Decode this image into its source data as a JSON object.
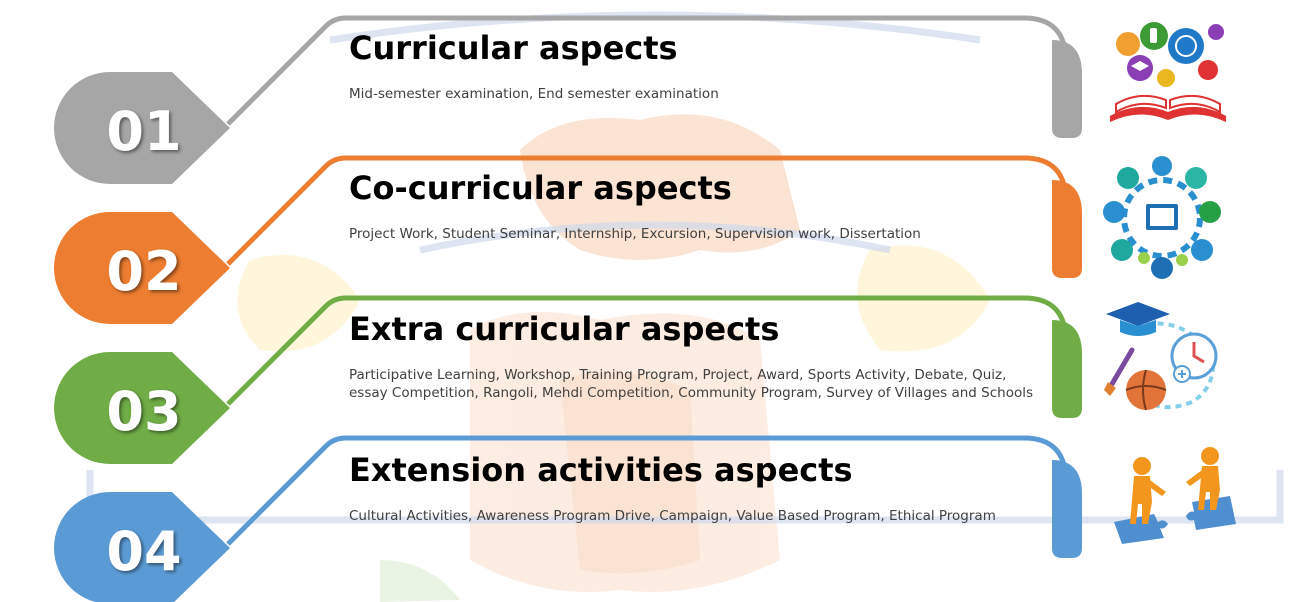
{
  "colors": {
    "row1": "#a6a6a6",
    "row2": "#ed7d31",
    "row3": "#70ad47",
    "row4": "#5b9bd5",
    "watermark": "#d9e1f2"
  },
  "rows": [
    {
      "number": "01",
      "title": "Curricular aspects",
      "description": "Mid-semester examination, End semester examination",
      "icon": "education-book-icon"
    },
    {
      "number": "02",
      "title": "Co-curricular aspects",
      "description": "Project Work, Student Seminar, Internship, Excursion, Supervision work, Dissertation",
      "icon": "network-activities-icon"
    },
    {
      "number": "03",
      "title": "Extra curricular aspects",
      "description": "Participative Learning, Workshop, Training Program, Project, Award, Sports Activity, Debate, Quiz, essay Competition, Rangoli, Mehdi Competition, Community Program, Survey of Villages and Schools",
      "icon": "graduation-sports-icon"
    },
    {
      "number": "04",
      "title": "Extension activities aspects",
      "description": "Cultural Activities, Awareness Program Drive, Campaign, Value Based Program, Ethical Program",
      "icon": "puzzle-people-icon"
    }
  ]
}
